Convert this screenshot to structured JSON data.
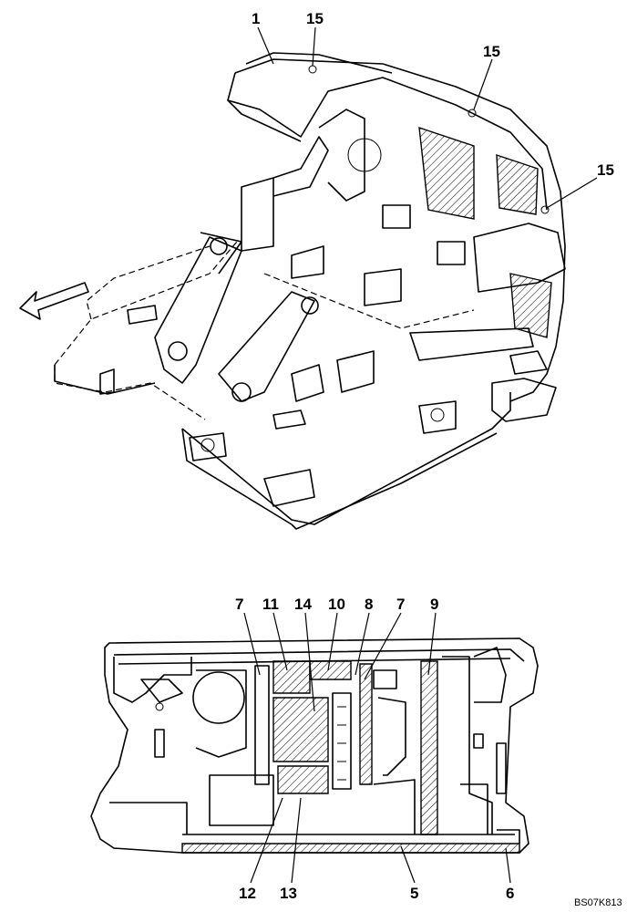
{
  "diagram": {
    "callouts_top": [
      "1",
      "15",
      "15",
      "15"
    ],
    "callouts_bottom_top_row": [
      "7",
      "11",
      "14",
      "10",
      "8",
      "7",
      "9"
    ],
    "callouts_bottom_bottom_row": [
      "12",
      "13",
      "5",
      "6"
    ],
    "reference_code": "BS07K813"
  }
}
